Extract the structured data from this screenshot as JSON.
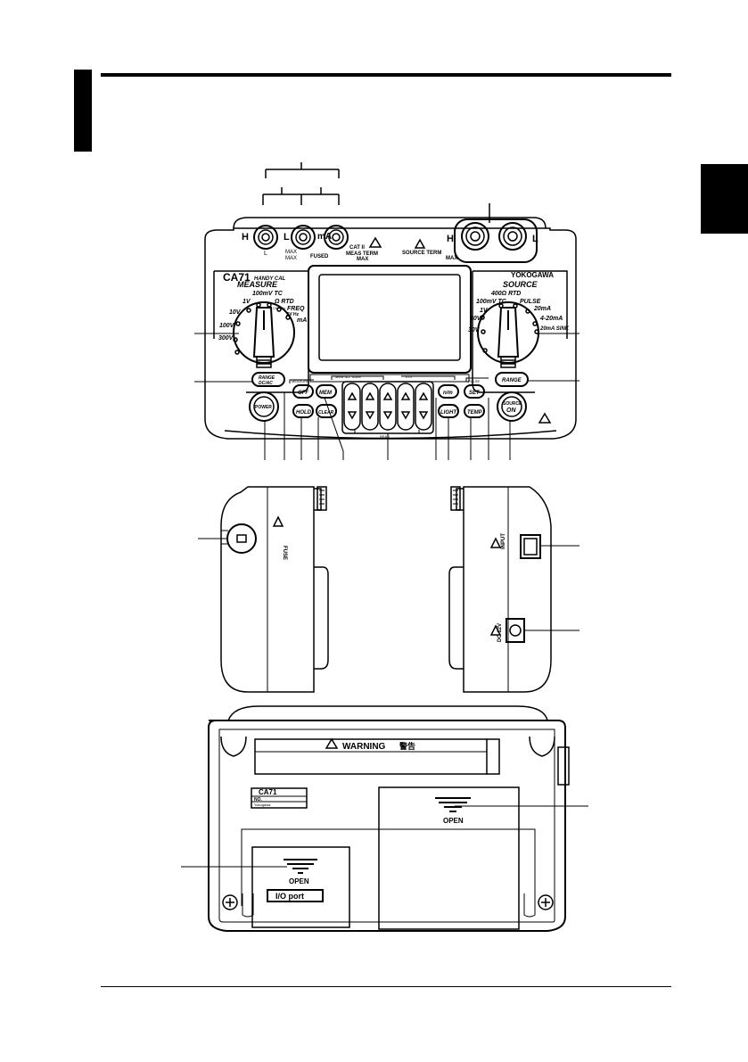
{
  "device": {
    "model": "CA71",
    "model_sub": "HANDY CAL",
    "brand": "YOKOGAWA",
    "measure_label": "MEASURE",
    "source_label": "SOURCE",
    "measure_ranges": [
      "100mV TC",
      "1V",
      "Ω RTD",
      "10V",
      "FREQ",
      "100V",
      "mA",
      "300V"
    ],
    "measure_extra": [
      "CNT/Hz",
      "SV Hz"
    ],
    "source_ranges": [
      "400Ω RTD",
      "100mV TC",
      "1V",
      "PULSE",
      "10V",
      "20mA",
      "30V",
      "4-20mA",
      "20mA SINK"
    ],
    "terminals": {
      "h": "H",
      "l": "L",
      "ma": "mA",
      "l_small": "L",
      "max1": "MAX",
      "max2": "MAX",
      "fused": "FUSED",
      "cat": "CAT II",
      "meas_term": "MEAS TERM",
      "max3": "MAX",
      "source_term": "SOURCE TERM",
      "max4": "MAX",
      "src_h": "H",
      "src_l": "L"
    },
    "buttons": {
      "range_left": "RANGE",
      "range_left_sub": "DC/AC",
      "power": "POWER",
      "off": "OFF",
      "hold": "HOLD",
      "mem": "MEM",
      "clear": "CLEAR",
      "nm": "n/m",
      "light": "LIGHT",
      "set": "SET",
      "temp": "TEMP",
      "range_right": "RANGE",
      "source_on": "SOURCE",
      "source_on_sub": "ON"
    },
    "button_group_labels": {
      "measure": "MEASURE",
      "mem_save": "MEM NO. SAVE",
      "n_m": "n   m",
      "read": "READ",
      "pulse": "PULSE"
    },
    "side": {
      "fuse": "FUSE",
      "input": "INPUT",
      "dc": "DC 12V"
    },
    "back": {
      "warning": "WARNING",
      "warning_jp": "警告",
      "plate_model": "CA71",
      "plate_no": "NO.",
      "plate_sub": "Yokogawa",
      "open_top": "OPEN",
      "open_bottom": "OPEN",
      "io_port": "I/O  port"
    }
  }
}
